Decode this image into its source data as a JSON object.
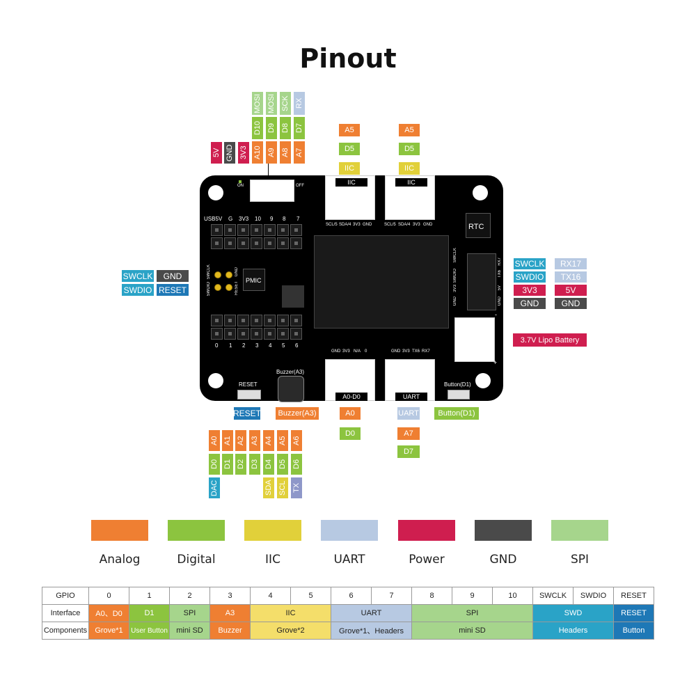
{
  "title": "Pinout",
  "colors": {
    "analog": "#ef7f32",
    "digital": "#8cc43f",
    "iic": "#e1d03a",
    "uart": "#b7c9e2",
    "power": "#cf1e4f",
    "gnd": "#4a4a4a",
    "spi": "#a6d58c",
    "swd": "#2aa3c7",
    "reset": "#1e78b6"
  },
  "top_header": {
    "spi_row": [
      "MOSI",
      "MOSI",
      "SCK",
      "RX"
    ],
    "digital_row": [
      "D10",
      "D9",
      "D8",
      "D7"
    ],
    "analog_row": [
      "A10",
      "A9",
      "A8",
      "A7"
    ],
    "power_row": [
      "5V",
      "GND",
      "3V3"
    ]
  },
  "board_labels": {
    "header_top": [
      "USB5V",
      "G",
      "3V3",
      "10",
      "9",
      "8",
      "7"
    ],
    "header_bottom": [
      "0",
      "1",
      "2",
      "3",
      "4",
      "5",
      "6"
    ],
    "switch_on": "ON",
    "switch_off": "OFF",
    "pmic": "PMIC",
    "rtc": "RTC",
    "swd_left_a": "SWCLK",
    "swd_left_b": "SWDIO",
    "swd_left_c": "GND",
    "swd_left_d": "RESET",
    "right_header_a": [
      "SWCLK",
      "SWDIO",
      "3V3",
      "GND"
    ],
    "right_header_b": [
      "RX7",
      "TX6",
      "5V",
      "GND"
    ],
    "grove_pins_top": [
      "SCL/5",
      "SDA/4",
      "3V3",
      "GND"
    ],
    "grove_pins_bottom_left": [
      "GND",
      "3V3",
      "N/A",
      "0"
    ],
    "grove_pins_bottom_right": [
      "GND",
      "3V3",
      "TX6",
      "RX7"
    ],
    "battery_minus": "-",
    "battery_plus": "+",
    "reset": "RESET",
    "buzzer": "Buzzer(A3)",
    "button": "Button(D1)"
  },
  "grove_ports": {
    "top_left": {
      "label": "IIC",
      "pins": [
        "A5",
        "D5",
        "IIC"
      ]
    },
    "top_right": {
      "label": "IIC",
      "pins": [
        "A5",
        "D5",
        "IIC"
      ]
    },
    "bottom_left": {
      "label": "A0-D0",
      "pins": [
        "A0",
        "D0"
      ]
    },
    "bottom_right": {
      "label": "UART",
      "pins": [
        "UART",
        "A7",
        "D7"
      ]
    }
  },
  "left_swd": {
    "row1": [
      "SWCLK",
      "GND"
    ],
    "row2": [
      "SWDIO",
      "RESET"
    ]
  },
  "right_swd": {
    "row1": [
      "SWCLK",
      "RX17"
    ],
    "row2": [
      "SWDIO",
      "TX16"
    ],
    "row3": [
      "3V3",
      "5V"
    ],
    "row4": [
      "GND",
      "GND"
    ]
  },
  "battery": "3.7V Lipo Battery",
  "bottom_buttons": {
    "reset": "RESET",
    "buzzer": "Buzzer(A3)",
    "button": "Button(D1)"
  },
  "bottom_header": {
    "analog_row": [
      "A0",
      "A1",
      "A2",
      "A3",
      "A4",
      "A5",
      "A6"
    ],
    "digital_row": [
      "D0",
      "D1",
      "D2",
      "D3",
      "D4",
      "D5",
      "D6"
    ],
    "dac": "DAC",
    "sda": "SDA",
    "scl": "SCL",
    "tx": "TX"
  },
  "legend": [
    {
      "name": "Analog",
      "color": "#ef7f32"
    },
    {
      "name": "Digital",
      "color": "#8cc43f"
    },
    {
      "name": "IIC",
      "color": "#e1d03a"
    },
    {
      "name": "UART",
      "color": "#b7c9e2"
    },
    {
      "name": "Power",
      "color": "#cf1e4f"
    },
    {
      "name": "GND",
      "color": "#4a4a4a"
    },
    {
      "name": "SPI",
      "color": "#a6d58c"
    }
  ],
  "table": {
    "gpio_header": [
      "GPIO",
      "0",
      "1",
      "2",
      "3",
      "4",
      "5",
      "6",
      "7",
      "8",
      "9",
      "10",
      "SWCLK",
      "SWDIO",
      "RESET"
    ],
    "interface_label": "Interface",
    "interface": [
      "A0、D0",
      "D1",
      "SPI",
      "A3",
      "IIC",
      "UART",
      "SPI",
      "SWD",
      "RESET"
    ],
    "components_label": "Components",
    "components": [
      "Grove*1",
      "User Button",
      "mini SD",
      "Buzzer",
      "Grove*2",
      "Grove*1、Headers",
      "mini SD",
      "Headers",
      "Button"
    ]
  }
}
